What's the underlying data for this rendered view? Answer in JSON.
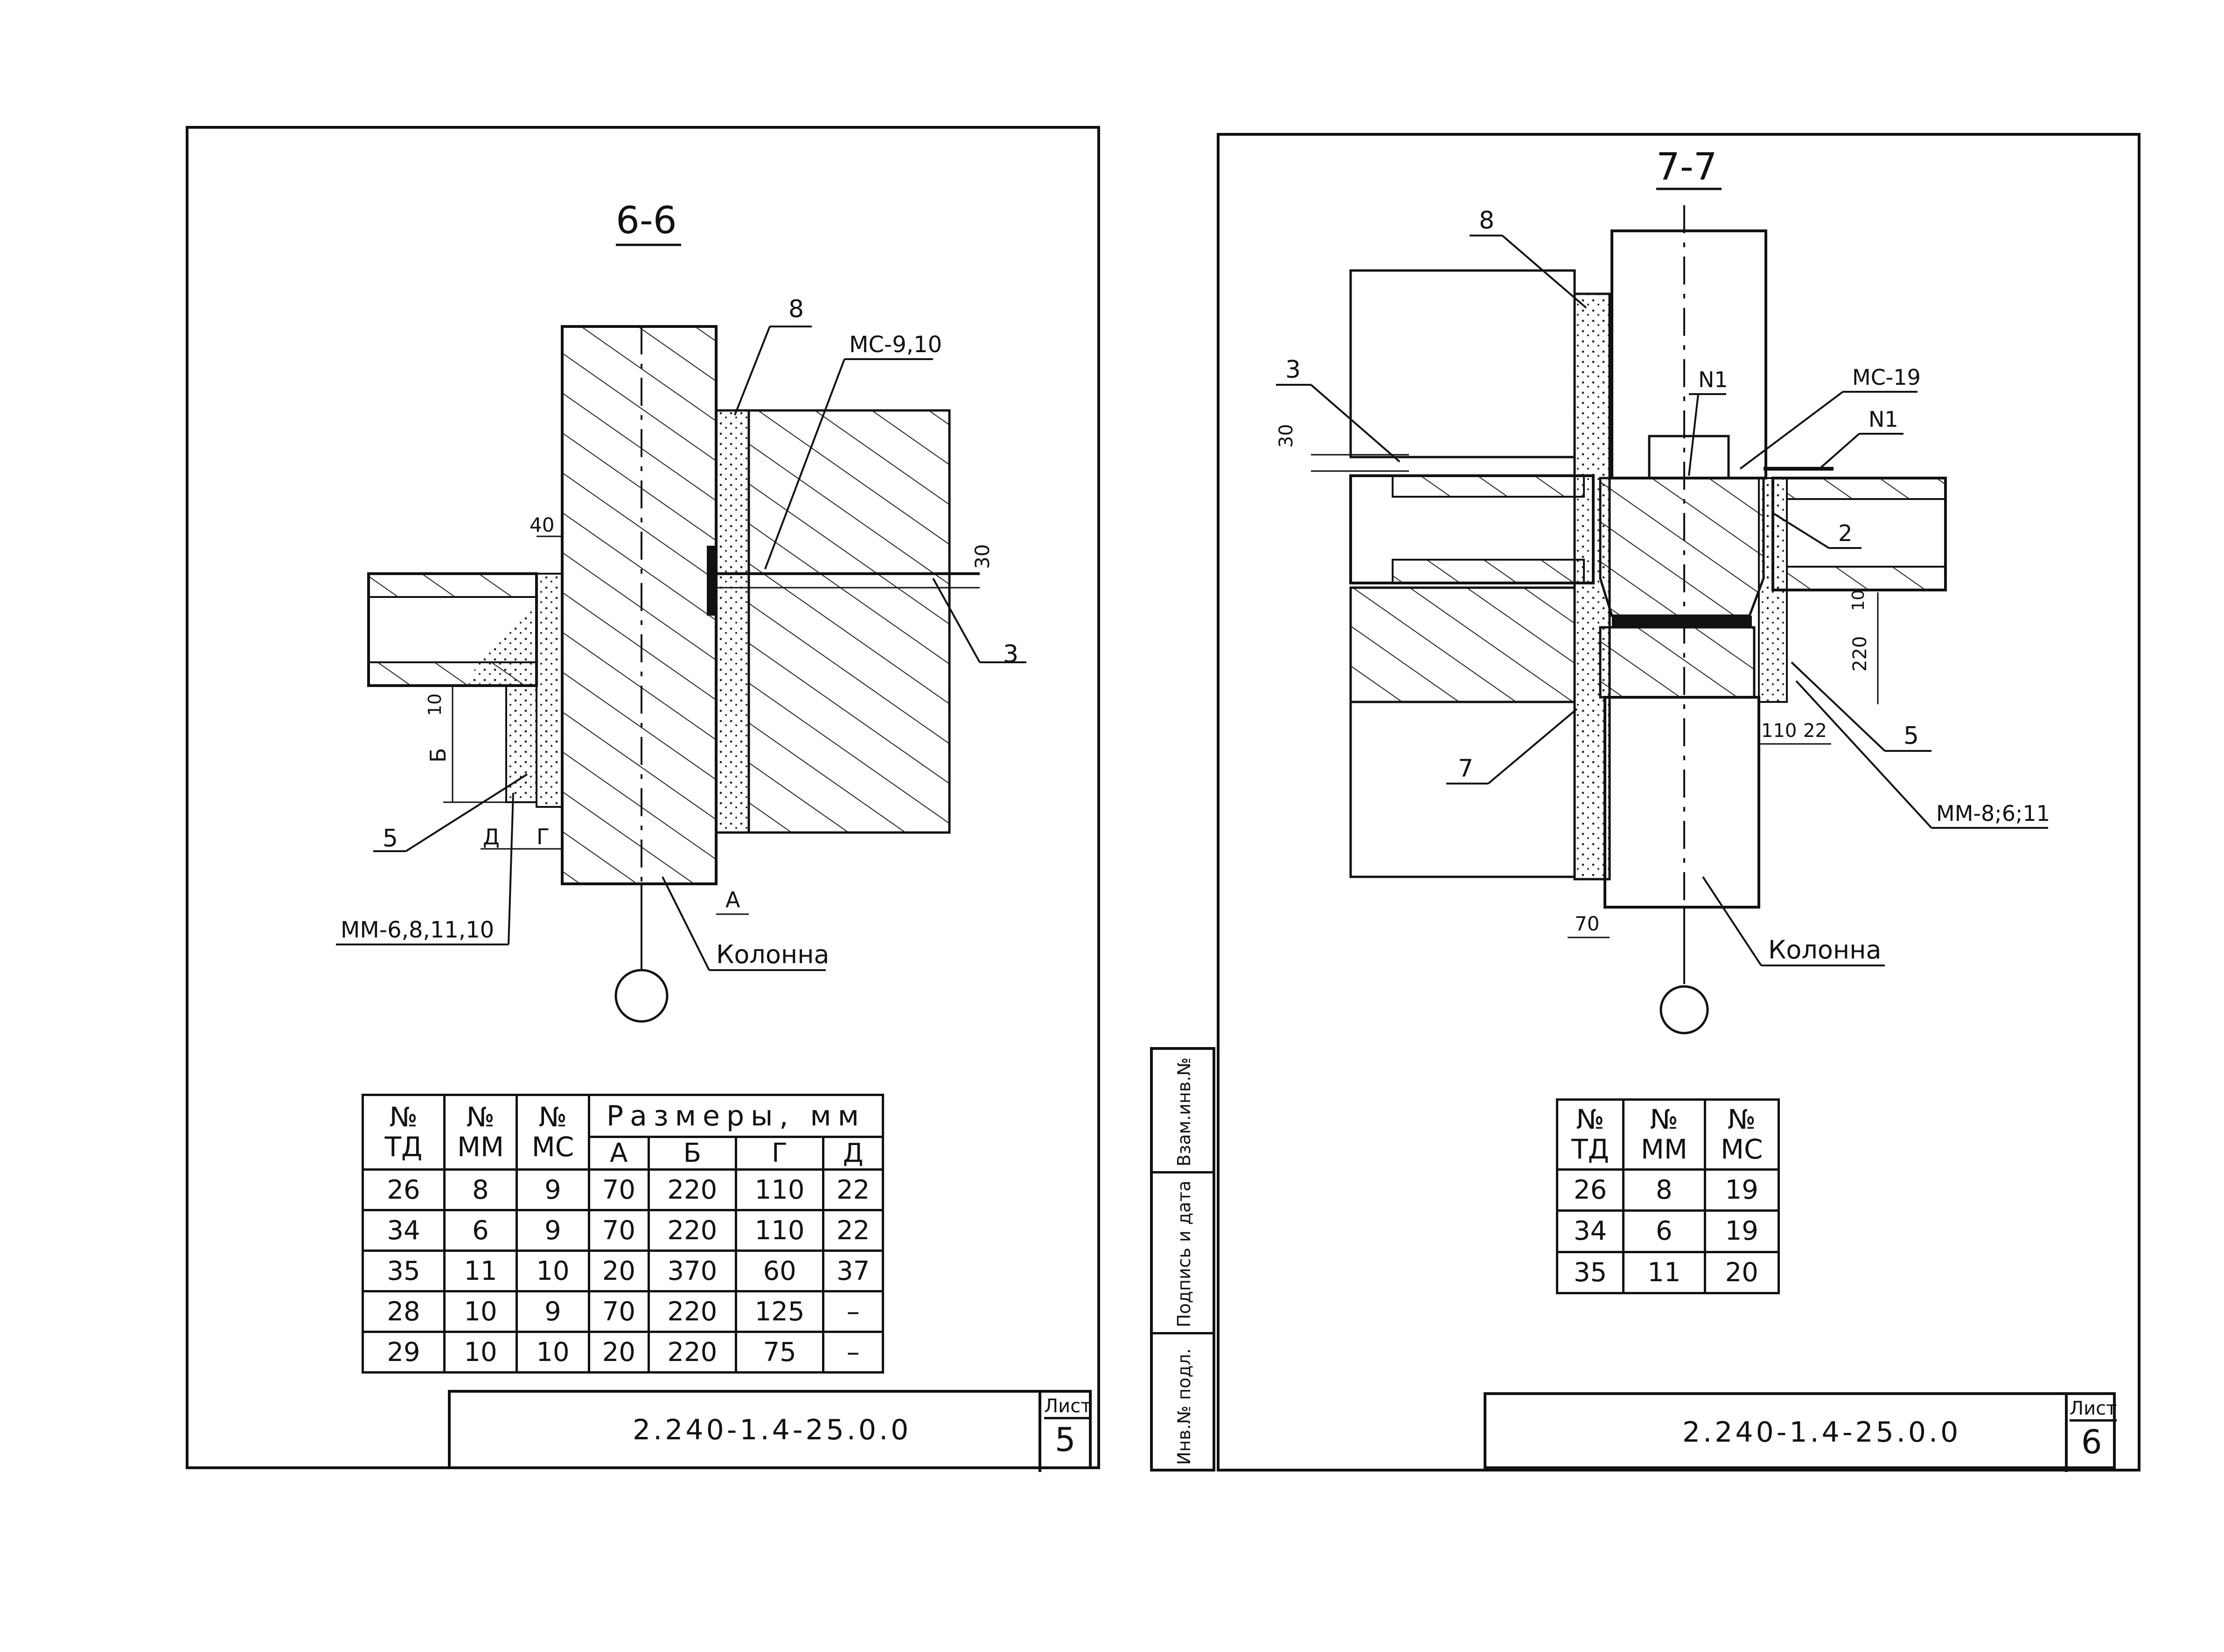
{
  "left_sheet": {
    "section_title": "6-6",
    "labels": {
      "l8": "8",
      "mc": "МС-9,10",
      "l3": "3",
      "l5": "5",
      "mm": "ММ-6,8,11,10",
      "column": "Колонна",
      "dim_40": "40",
      "dim_30": "30",
      "dim_10": "10",
      "dim_b": "Б",
      "dim_d": "Д",
      "dim_g": "Г",
      "dim_a": "А"
    },
    "table": {
      "col_td": "№\nТД",
      "col_mm": "№\nММ",
      "col_mc": "№\nМС",
      "group": "Размеры, мм",
      "sub": [
        "А",
        "Б",
        "Г",
        "Д"
      ],
      "rows": [
        [
          "26",
          "8",
          "9",
          "70",
          "220",
          "110",
          "22"
        ],
        [
          "34",
          "6",
          "9",
          "70",
          "220",
          "110",
          "22"
        ],
        [
          "35",
          "11",
          "10",
          "20",
          "370",
          "60",
          "37"
        ],
        [
          "28",
          "10",
          "9",
          "70",
          "220",
          "125",
          "–"
        ],
        [
          "29",
          "10",
          "10",
          "20",
          "220",
          "75",
          "–"
        ]
      ]
    },
    "stamp": {
      "code": "2.240-1.4-25.0.0",
      "sheet_label": "Лист",
      "sheet_number": "5"
    }
  },
  "right_sheet": {
    "section_title": "7-7",
    "labels": {
      "l8": "8",
      "l3": "3",
      "n1a": "N1",
      "mc": "МС-19",
      "n1b": "N1",
      "l2": "2",
      "l5": "5",
      "l7": "7",
      "mm": "ММ-8;6;11",
      "column": "Колонна",
      "dim_30": "30",
      "dim_10": "10",
      "dim_220": "220",
      "dim_110": "110",
      "dim_22": "22",
      "dim_70": "70"
    },
    "table": {
      "col_td": "№\nТД",
      "col_mm": "№\nММ",
      "col_mc": "№\nМС",
      "rows": [
        [
          "26",
          "8",
          "19"
        ],
        [
          "34",
          "6",
          "19"
        ],
        [
          "35",
          "11",
          "20"
        ]
      ]
    },
    "stamp": {
      "code": "2.240-1.4-25.0.0",
      "sheet_label": "Лист",
      "sheet_number": "6"
    },
    "side_strip": [
      "Взам.инв.№",
      "Подпись и дата",
      "Инв.№ подл."
    ]
  }
}
